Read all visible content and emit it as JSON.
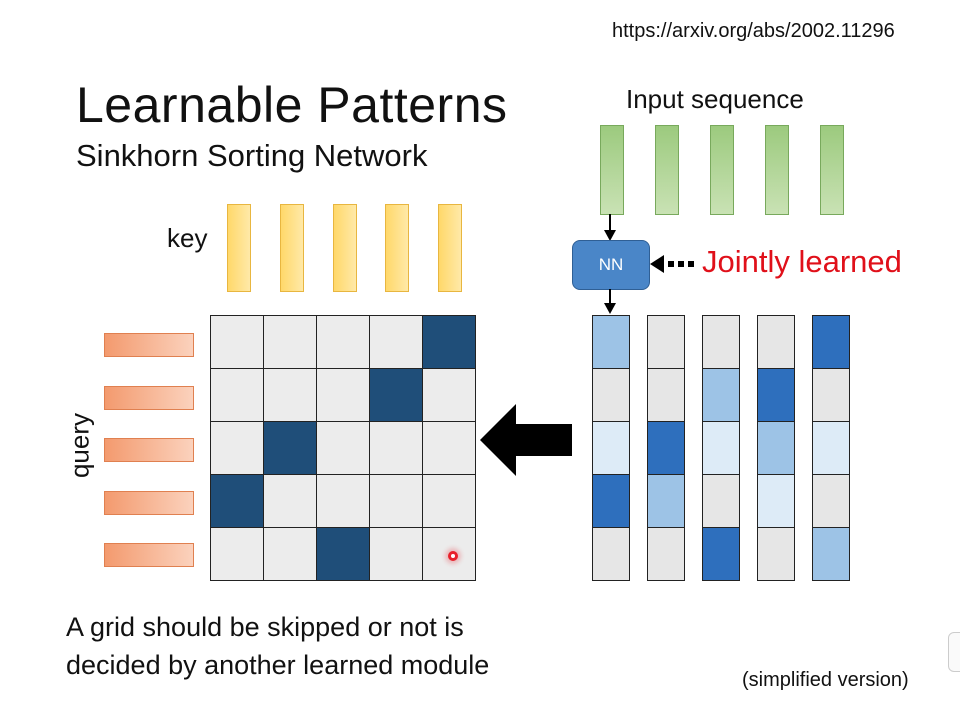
{
  "url": "https://arxiv.org/abs/2002.11296",
  "title": "Learnable Patterns",
  "subtitle": "Sinkhorn Sorting Network",
  "key_label": "key",
  "query_label": "query",
  "input_label": "Input sequence",
  "nn_label": "NN",
  "jointly_label": "Jointly learned",
  "caption_line1": "A grid should be skipped or not is",
  "caption_line2": "decided by another learned module",
  "note": "(simplified version)",
  "colors": {
    "attention_dark": "#1f4e79",
    "attention_empty": "#ececec",
    "perm_strong": "#2e6fbd",
    "perm_medium": "#9dc3e6",
    "perm_light": "#ddebf7",
    "perm_gray": "#e6e6e6",
    "jointly": "#e0101a"
  },
  "attention_grid": [
    [
      0,
      0,
      0,
      0,
      1
    ],
    [
      0,
      0,
      0,
      1,
      0
    ],
    [
      0,
      1,
      0,
      0,
      0
    ],
    [
      1,
      0,
      0,
      0,
      0
    ],
    [
      0,
      0,
      1,
      0,
      0
    ]
  ],
  "permutation_columns": [
    [
      "medium",
      "gray",
      "light",
      "strong",
      "gray"
    ],
    [
      "gray",
      "gray",
      "strong",
      "medium",
      "gray"
    ],
    [
      "gray",
      "medium",
      "light",
      "gray",
      "strong"
    ],
    [
      "gray",
      "strong",
      "medium",
      "light",
      "gray"
    ],
    [
      "strong",
      "gray",
      "light",
      "gray",
      "medium"
    ]
  ]
}
